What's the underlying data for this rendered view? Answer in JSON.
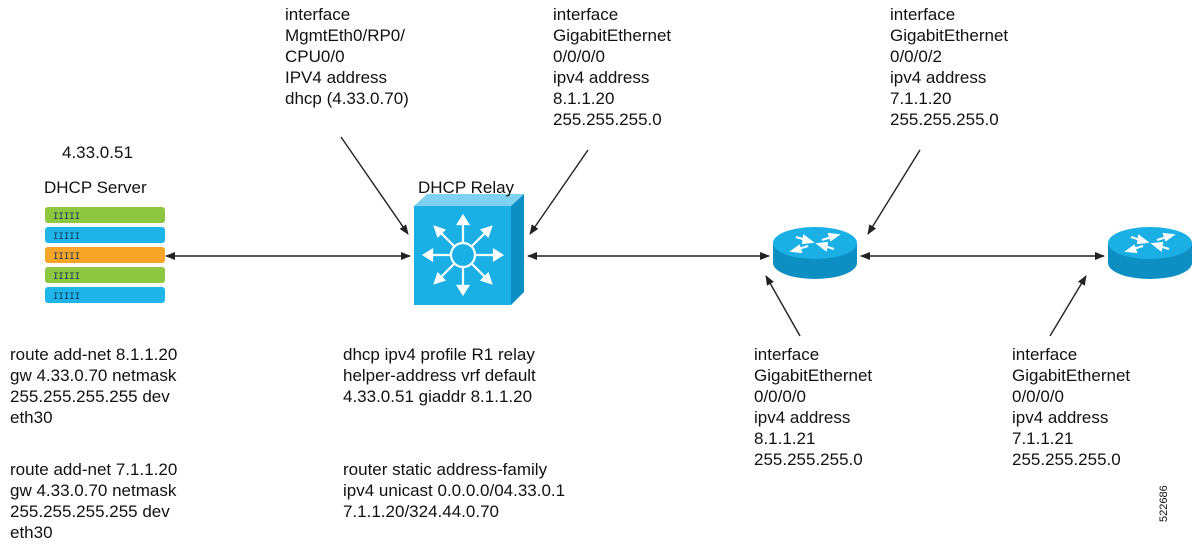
{
  "server": {
    "ip": "4.33.0.51",
    "title": "DHCP Server",
    "route1": [
      "route add-net 8.1.1.20",
      "gw 4.33.0.70 netmask",
      "255.255.255.255 dev",
      "eth30"
    ],
    "route2": [
      "route add-net 7.1.1.20",
      "gw 4.33.0.70 netmask",
      "255.255.255.255 dev",
      "eth30"
    ],
    "stripe_colors": [
      "#8dc63f",
      "#1fb5e8",
      "#f7a526",
      "#8dc63f",
      "#1fb5e8"
    ],
    "stripe_marks": "IIIII"
  },
  "relay": {
    "title": "DHCP Relay",
    "mgmt_interface": [
      "interface",
      "MgmtEth0/RP0/",
      "CPU0/0",
      "IPV4 address",
      "dhcp (4.33.0.70)"
    ],
    "gig_interface": [
      "interface",
      "GigabitEthernet",
      "0/0/0/0",
      "ipv4 address",
      "8.1.1.20",
      "255.255.255.0"
    ],
    "config": [
      "dhcp ipv4 profile R1 relay",
      "helper-address vrf default",
      "4.33.0.51 giaddr 8.1.1.20"
    ],
    "static_route": [
      "router static address-family",
      "ipv4 unicast 0.0.0.0/04.33.0.1",
      "7.1.1.20/324.44.0.70"
    ]
  },
  "router1": {
    "upper_interface": [
      "interface",
      "GigabitEthernet",
      "0/0/0/2",
      "ipv4 address",
      "7.1.1.20",
      "255.255.255.0"
    ],
    "lower_interface": [
      "interface",
      "GigabitEthernet",
      "0/0/0/0",
      "ipv4 address",
      "8.1.1.21",
      "255.255.255.0"
    ]
  },
  "router2": {
    "lower_interface": [
      "interface",
      "GigabitEthernet",
      "0/0/0/0",
      "ipv4 address",
      "7.1.1.21",
      "255.255.255.0"
    ]
  },
  "colors": {
    "device_blue": "#1ab0e6",
    "device_blue_dark": "#0d8fc4",
    "line": "#222222"
  },
  "figure_id": "522686"
}
